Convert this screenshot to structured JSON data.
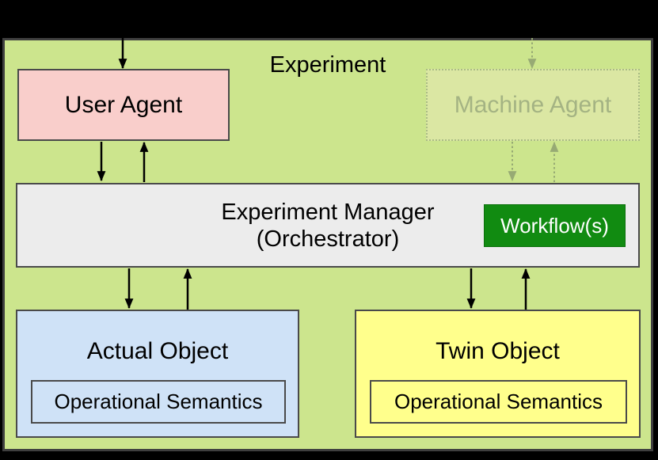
{
  "figure": {
    "background": "#000000",
    "type": "block-diagram"
  },
  "experiment": {
    "label": "Experiment",
    "fill": "#cce58d",
    "border_color": "#3f3f3f"
  },
  "user_agent": {
    "label": "User Agent",
    "fill": "#f9cecb"
  },
  "machine_agent": {
    "label": "Machine Agent",
    "fill": "#dbe7a3",
    "text_color": "#a4b383",
    "state": "inactive-dotted"
  },
  "experiment_manager": {
    "label_line1": "Experiment Manager",
    "label_line2": "(Orchestrator)",
    "fill": "#ececec"
  },
  "workflow": {
    "label": "Workflow(s)",
    "fill": "#118b11",
    "text_color": "#ffffff"
  },
  "actual_object": {
    "label": "Actual Object",
    "fill": "#cfe2f7",
    "semantics_label": "Operational Semantics"
  },
  "twin_object": {
    "label": "Twin Object",
    "fill": "#ffff8c",
    "semantics_label": "Operational Semantics"
  },
  "arrows": {
    "solid_color": "#000000",
    "dotted_color": "#97aa74",
    "edges": [
      {
        "from": "outside-top",
        "to": "user_agent",
        "style": "solid"
      },
      {
        "from": "user_agent",
        "to": "experiment_manager",
        "style": "solid"
      },
      {
        "from": "experiment_manager",
        "to": "user_agent",
        "style": "solid"
      },
      {
        "from": "outside-top",
        "to": "machine_agent",
        "style": "dotted"
      },
      {
        "from": "machine_agent",
        "to": "experiment_manager",
        "style": "dotted"
      },
      {
        "from": "experiment_manager",
        "to": "machine_agent",
        "style": "dotted"
      },
      {
        "from": "experiment_manager",
        "to": "actual_object",
        "style": "solid"
      },
      {
        "from": "actual_object",
        "to": "experiment_manager",
        "style": "solid"
      },
      {
        "from": "experiment_manager",
        "to": "twin_object",
        "style": "solid"
      },
      {
        "from": "twin_object",
        "to": "experiment_manager",
        "style": "solid"
      }
    ]
  }
}
